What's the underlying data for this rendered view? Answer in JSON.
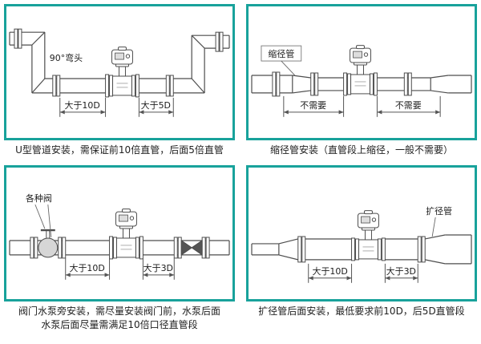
{
  "colors": {
    "accent": "#18a29b",
    "line": "#4d4d4d",
    "text": "#222222"
  },
  "panels": [
    {
      "name": "u-pipe",
      "labels": {
        "elbow": "90°弯头",
        "dim_left": "大于10D",
        "dim_right": "大于5D"
      },
      "caption_lines": [
        "U型管道安装，需保证前10倍直管，后面5倍直管"
      ]
    },
    {
      "name": "reducer",
      "labels": {
        "part": "缩径管",
        "dim_left": "不需要",
        "dim_right": "不需要"
      },
      "caption_lines": [
        "缩径管安装（直管段上缩径，一般不需要）"
      ]
    },
    {
      "name": "valve-pump",
      "labels": {
        "part": "各种阀",
        "dim_left": "大于10D",
        "dim_right": "大于3D"
      },
      "caption_lines": [
        "阀门水泵旁安装，需尽量安装阀门前，水泵后面",
        "水泵后面尽量需满足10倍口径直管段"
      ]
    },
    {
      "name": "expander",
      "labels": {
        "part": "扩径管",
        "dim_left": "大于10D",
        "dim_right": "大于3D"
      },
      "caption_lines": [
        "扩径管后面安装，最低要求前10D，后5D直管段"
      ]
    }
  ]
}
